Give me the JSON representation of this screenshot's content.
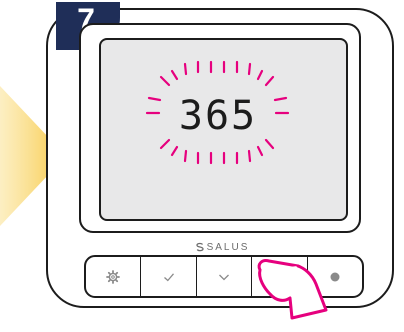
{
  "step": {
    "number": "7"
  },
  "display": {
    "value": "365"
  },
  "brand": {
    "name": "SALUS"
  },
  "buttons": [
    {
      "icon": "gear-icon"
    },
    {
      "icon": "checkmark-icon"
    },
    {
      "icon": "chevron-down-icon"
    },
    {
      "icon": "chevron-up-icon"
    },
    {
      "icon": "power-icon"
    }
  ],
  "colors": {
    "badge": "#1f2e58",
    "highlight": "#e6007e",
    "arrow": "#f7c842",
    "screen": "#e8e8e9",
    "digits": "#1c1c1c"
  }
}
